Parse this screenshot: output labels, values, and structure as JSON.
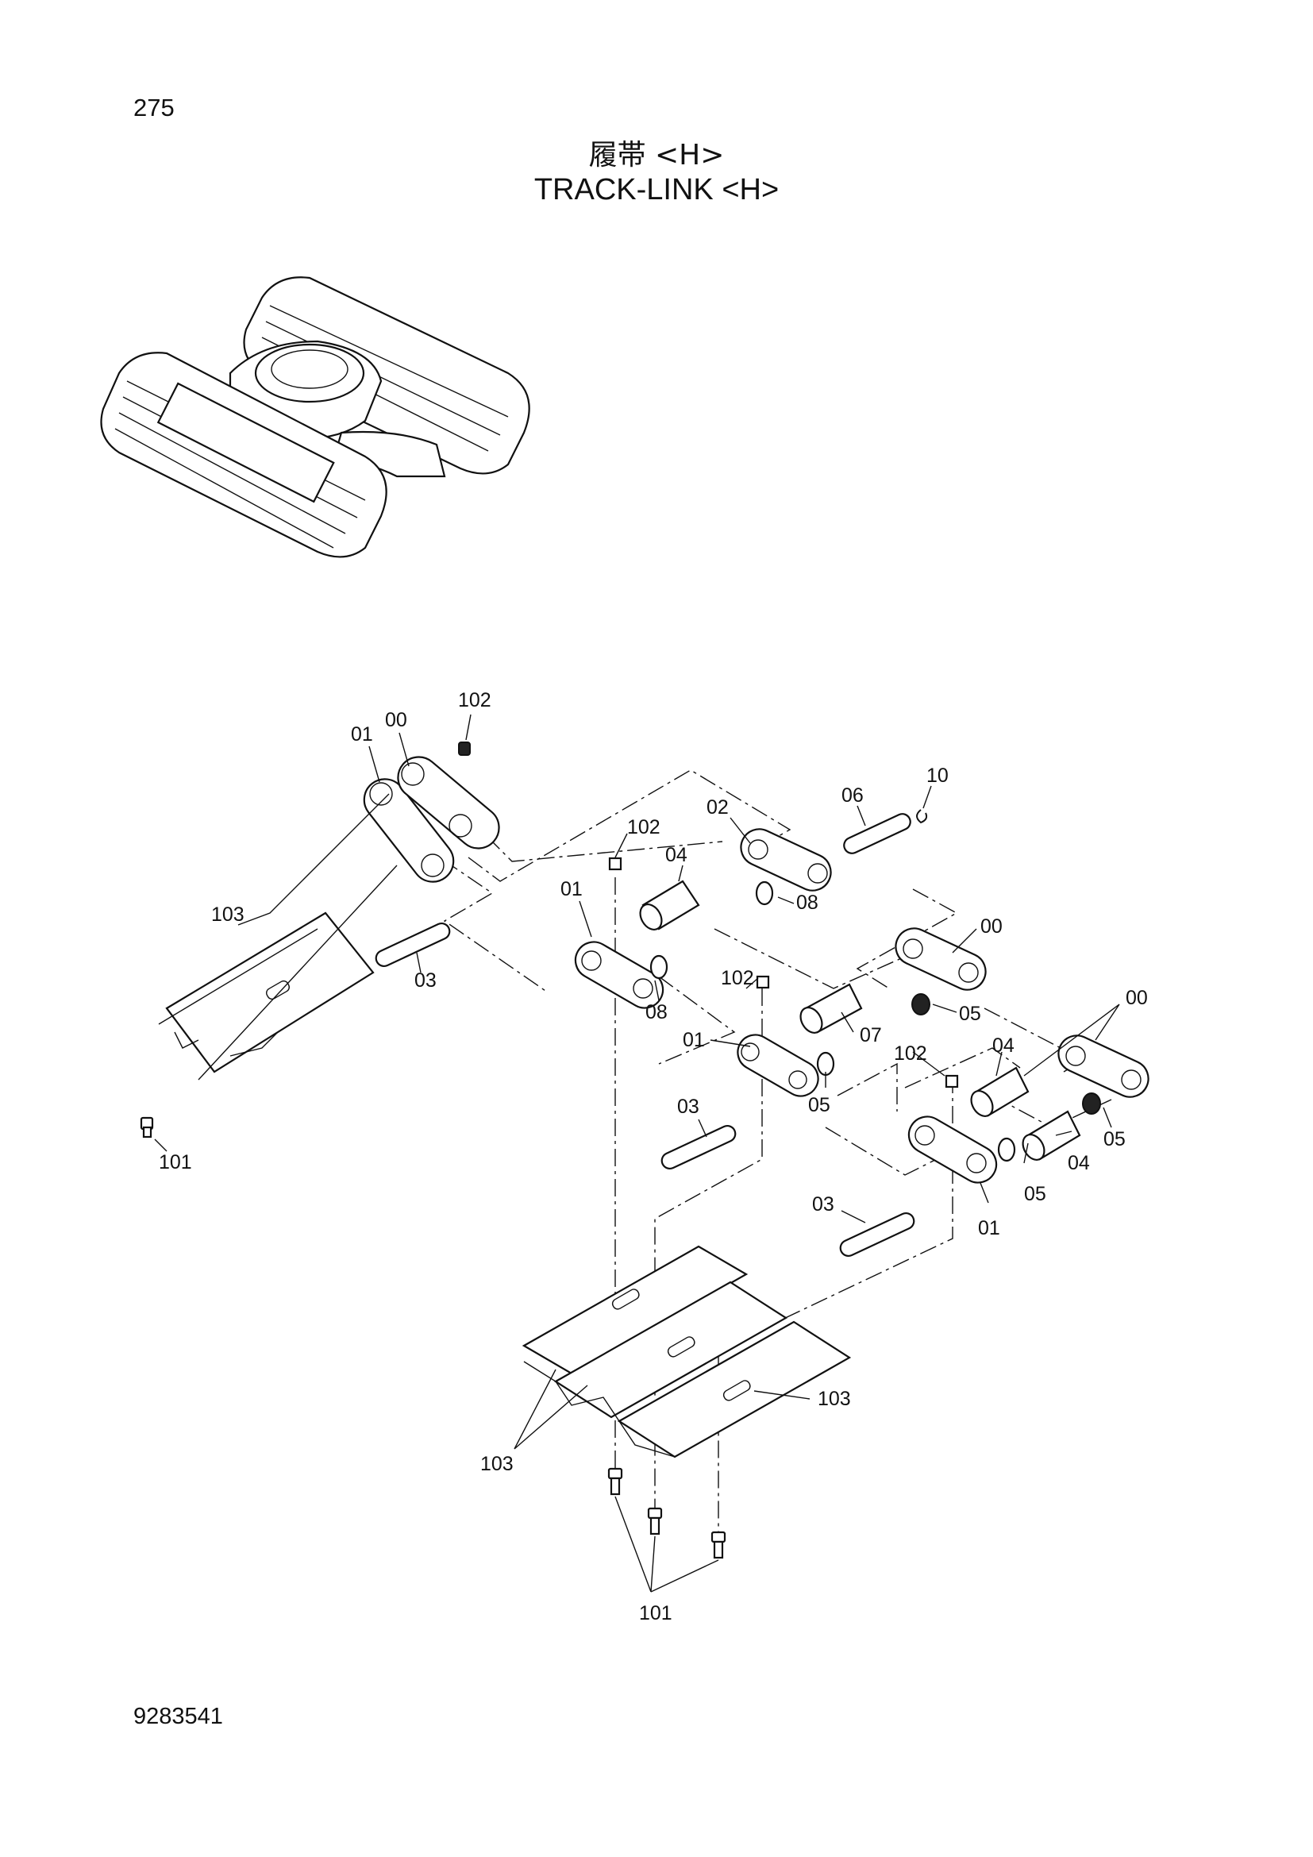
{
  "page": {
    "number": "275",
    "title_jp": "履帯 <H>",
    "title_en": "TRACK-LINK <H>",
    "drawing_no": "9283541"
  },
  "callouts": [
    "102",
    "00",
    "01",
    "10",
    "06",
    "02",
    "102",
    "04",
    "01",
    "103",
    "03",
    "08",
    "00",
    "102",
    "08",
    "05",
    "07",
    "01",
    "00",
    "05",
    "102",
    "04",
    "03",
    "101",
    "05",
    "04",
    "05",
    "03",
    "01",
    "103",
    "103",
    "101"
  ]
}
